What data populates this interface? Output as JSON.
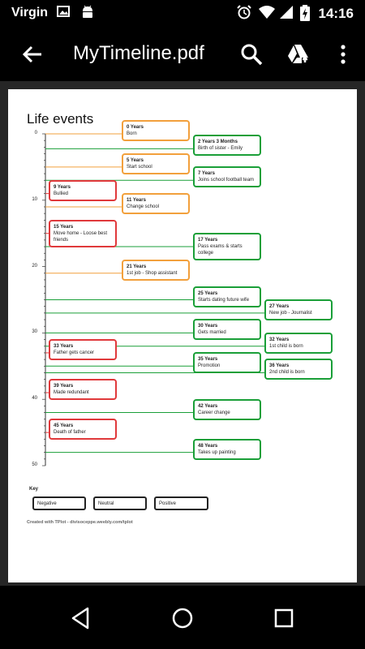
{
  "status_bar": {
    "carrier": "Virgin",
    "time": "14:16"
  },
  "app_bar": {
    "title": "MyTimeline.pdf"
  },
  "chart": {
    "title": "Life events",
    "axis_ticks": [
      "0",
      "10",
      "20",
      "30",
      "40",
      "50"
    ],
    "key_title": "Key",
    "key": [
      {
        "label": "Negative",
        "type": "neg"
      },
      {
        "label": "Neutral",
        "type": "neu"
      },
      {
        "label": "Positive",
        "type": "pos"
      }
    ],
    "credit": "Created with TPlot - divisoceppe.weebly.com/tplot"
  },
  "chart_data": {
    "type": "table",
    "title": "Life events",
    "ylim": [
      0,
      50
    ],
    "events": [
      {
        "age": 0,
        "label": "0 Years",
        "text": "Born",
        "type": "neu",
        "col": 1
      },
      {
        "age": 2.25,
        "label": "2 Years 3 Months",
        "text": "Birth of sister - Emily",
        "type": "pos",
        "col": 2
      },
      {
        "age": 5,
        "label": "5 Years",
        "text": "Start school",
        "type": "neu",
        "col": 1
      },
      {
        "age": 7,
        "label": "7 Years",
        "text": "Joins school football team",
        "type": "pos",
        "col": 2
      },
      {
        "age": 9,
        "label": "9 Years",
        "text": "Bullied",
        "type": "neg",
        "col": 0
      },
      {
        "age": 11,
        "label": "11 Years",
        "text": "Change school",
        "type": "neu",
        "col": 1
      },
      {
        "age": 15,
        "label": "15 Years",
        "text": "Move home - Loose best friends",
        "type": "neg",
        "col": 0
      },
      {
        "age": 17,
        "label": "17 Years",
        "text": "Pass exams & starts college",
        "type": "pos",
        "col": 2
      },
      {
        "age": 21,
        "label": "21 Years",
        "text": "1st job - Shop assistant",
        "type": "neu",
        "col": 1
      },
      {
        "age": 25,
        "label": "25 Years",
        "text": "Starts dating future wife",
        "type": "pos",
        "col": 2
      },
      {
        "age": 27,
        "label": "27 Years",
        "text": "New job - Journalist",
        "type": "pos",
        "col": 3
      },
      {
        "age": 30,
        "label": "30 Years",
        "text": "Gets married",
        "type": "pos",
        "col": 2
      },
      {
        "age": 32,
        "label": "32 Years",
        "text": "1st child is born",
        "type": "pos",
        "col": 3
      },
      {
        "age": 33,
        "label": "33 Years",
        "text": "Father gets cancer",
        "type": "neg",
        "col": 0
      },
      {
        "age": 35,
        "label": "35 Years",
        "text": "Promotion",
        "type": "pos",
        "col": 2
      },
      {
        "age": 36,
        "label": "36 Years",
        "text": "2nd child is born",
        "type": "pos",
        "col": 3
      },
      {
        "age": 39,
        "label": "39 Years",
        "text": "Made redundant",
        "type": "neg",
        "col": 0
      },
      {
        "age": 42,
        "label": "42 Years",
        "text": "Career change",
        "type": "pos",
        "col": 2
      },
      {
        "age": 45,
        "label": "45 Years",
        "text": "Death of father",
        "type": "neg",
        "col": 0
      },
      {
        "age": 48,
        "label": "48 Years",
        "text": "Takes up painting",
        "type": "pos",
        "col": 2
      }
    ]
  }
}
